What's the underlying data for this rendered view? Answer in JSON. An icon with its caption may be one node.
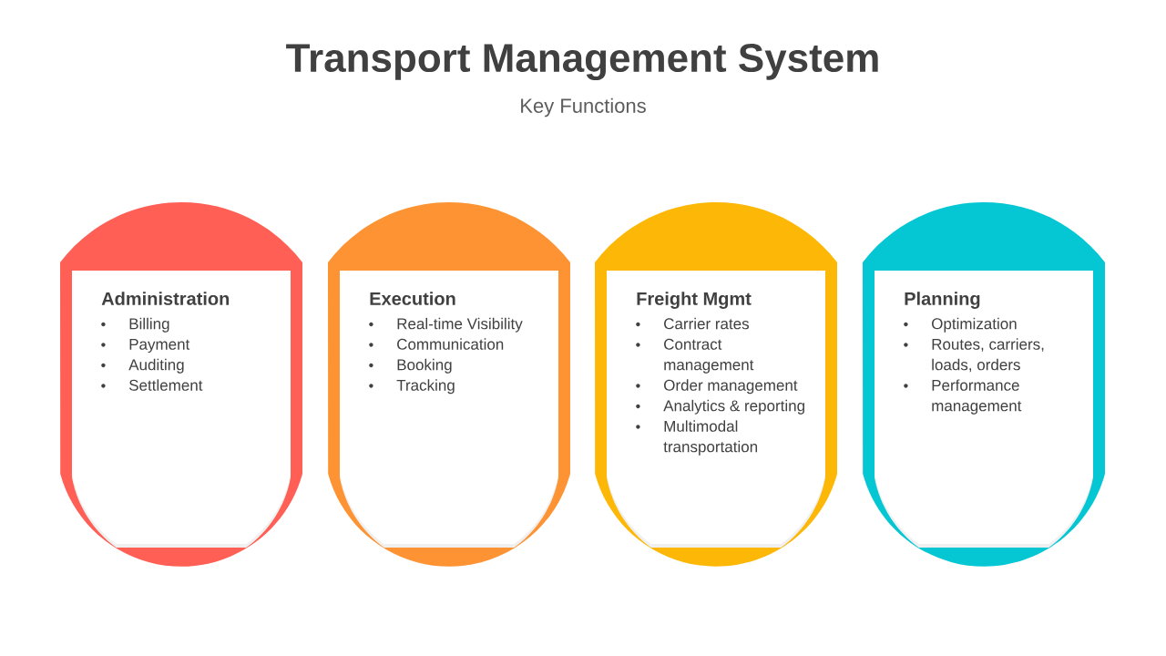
{
  "diagram": {
    "title": "Transport Management System",
    "nodes": [
      {
        "text": [
          "Administration",
          "Billing",
          "Payment",
          "Auditing",
          "Settlement"
        ]
      },
      {
        "text": [
          "Execution",
          "Real-time Visibility",
          "Communication",
          "Booking",
          "Tracking"
        ]
      },
      {
        "text": [
          "Freight Mgmt",
          "Carrier rates",
          "Contract management",
          "Order management",
          "Analytics & reporting",
          "Multimodal transportation"
        ]
      },
      {
        "text": [
          "Planning",
          "Optimization",
          "Routes, carriers, loads, orders",
          "Performance management"
        ]
      }
    ],
    "labels": [
      "Key Functions"
    ]
  }
}
